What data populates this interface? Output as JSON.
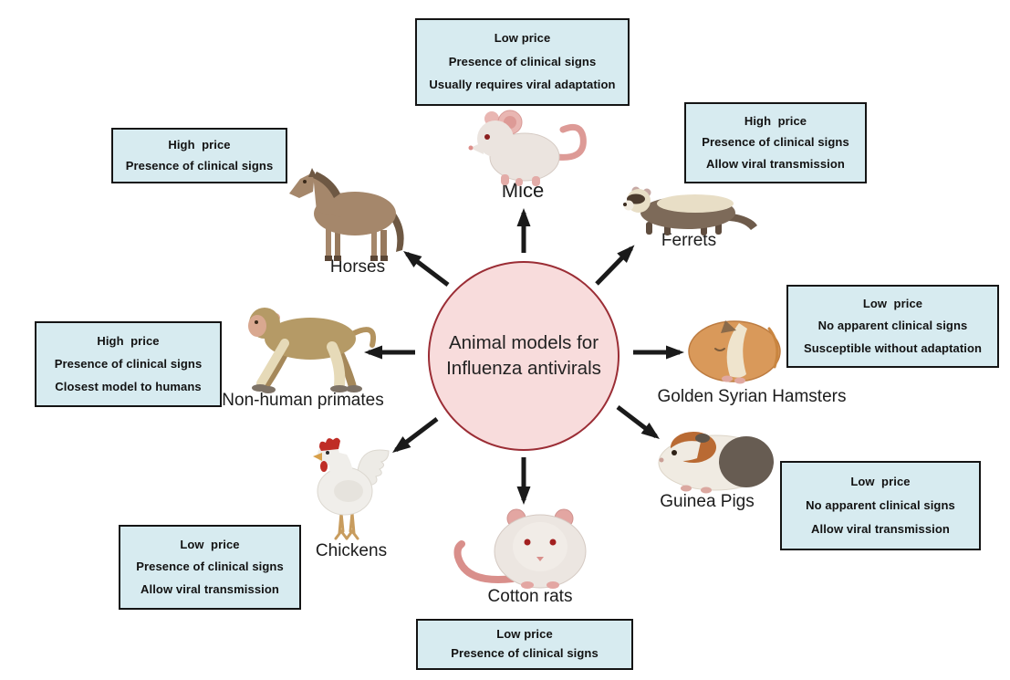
{
  "diagram_title": "Animal models for Influenza antivirals",
  "center": {
    "title_line1": "Animal models for",
    "title_line2": "Influenza antivirals"
  },
  "colors": {
    "background": "#ffffff",
    "box_background": "#d7ebf0",
    "box_border": "#141414",
    "circle_fill": "#f8dcdc",
    "circle_border": "#9b2d35",
    "arrow": "#1a1a1a",
    "text": "#121212"
  },
  "animals": [
    {
      "id": "mice",
      "label": "Mice",
      "traits": [
        "Low price",
        "Presence of clinical signs",
        "Usually requires viral adaptation"
      ]
    },
    {
      "id": "ferrets",
      "label": "Ferrets",
      "traits": [
        "High  price",
        "Presence of clinical signs",
        "Allow viral transmission"
      ]
    },
    {
      "id": "golden-syrian-hamsters",
      "label": "Golden Syrian Hamsters",
      "traits": [
        "Low  price",
        "No apparent clinical signs",
        "Susceptible without adaptation"
      ]
    },
    {
      "id": "guinea-pigs",
      "label": "Guinea Pigs",
      "traits": [
        "Low  price",
        "No apparent clinical signs",
        "Allow viral transmission"
      ]
    },
    {
      "id": "cotton-rats",
      "label": "Cotton rats",
      "traits": [
        "Low price",
        "Presence of clinical signs"
      ]
    },
    {
      "id": "chickens",
      "label": "Chickens",
      "traits": [
        "Low  price",
        "Presence of clinical signs",
        "Allow viral transmission"
      ]
    },
    {
      "id": "non-human-primates",
      "label": "Non-human primates",
      "traits": [
        "High  price",
        "Presence of clinical signs",
        "Closest model to humans"
      ]
    },
    {
      "id": "horses",
      "label": "Horses",
      "traits": [
        "High  price",
        "Presence of clinical signs"
      ]
    }
  ]
}
